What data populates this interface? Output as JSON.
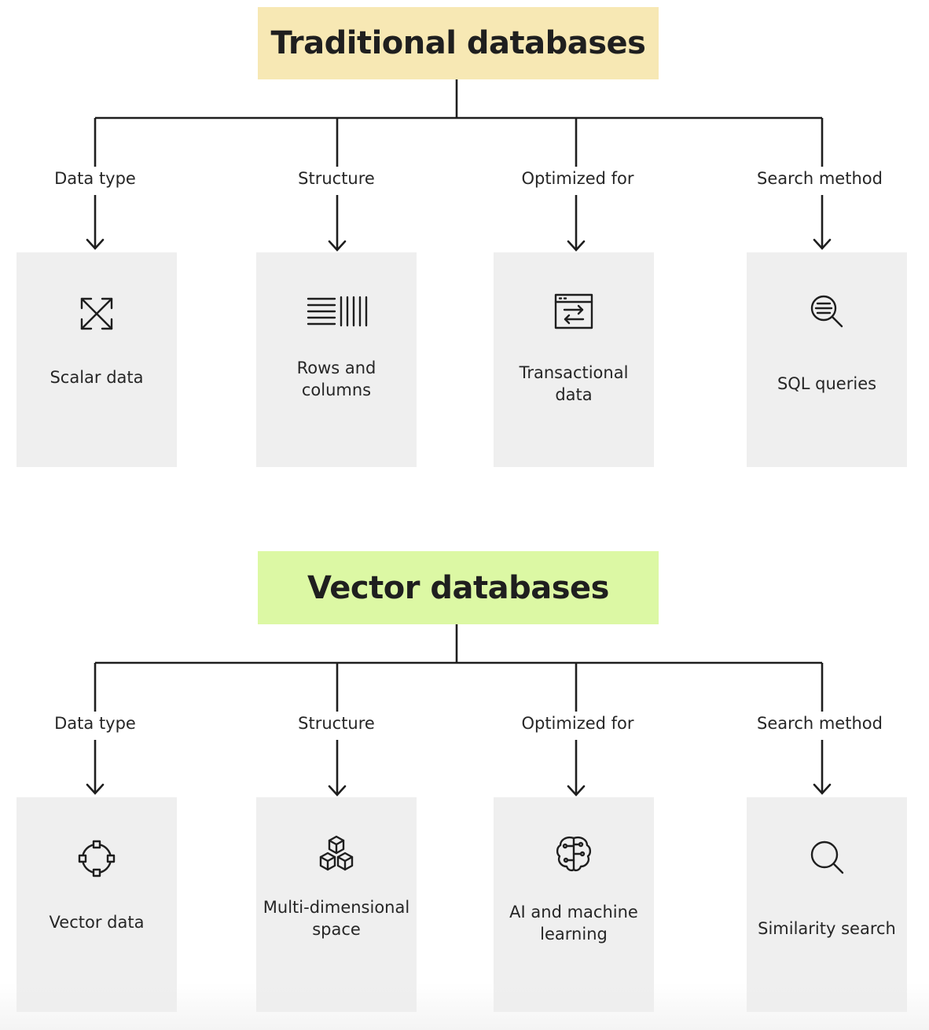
{
  "colors": {
    "traditional_title_bg": "#f7e8b4",
    "vector_title_bg": "#dcf8a4",
    "card_bg": "#efefef",
    "line": "#1e1e1e"
  },
  "traditional": {
    "title": "Traditional databases",
    "branches": [
      {
        "label": "Data type",
        "value": "Scalar data",
        "icon": "expand-arrows-icon"
      },
      {
        "label": "Structure",
        "value": "Rows and columns",
        "icon": "rows-columns-icon"
      },
      {
        "label": "Optimized for",
        "value": "Transactional data",
        "icon": "transaction-window-icon"
      },
      {
        "label": "Search method",
        "value": "SQL queries",
        "icon": "search-lines-icon"
      }
    ]
  },
  "vector": {
    "title": "Vector databases",
    "branches": [
      {
        "label": "Data type",
        "value": "Vector data",
        "icon": "vector-nodes-icon"
      },
      {
        "label": "Structure",
        "value": "Multi-dimensional space",
        "icon": "cubes-icon"
      },
      {
        "label": "Optimized for",
        "value": "AI and machine learning",
        "icon": "brain-circuit-icon"
      },
      {
        "label": "Search method",
        "value": "Similarity search",
        "icon": "search-icon"
      }
    ]
  }
}
